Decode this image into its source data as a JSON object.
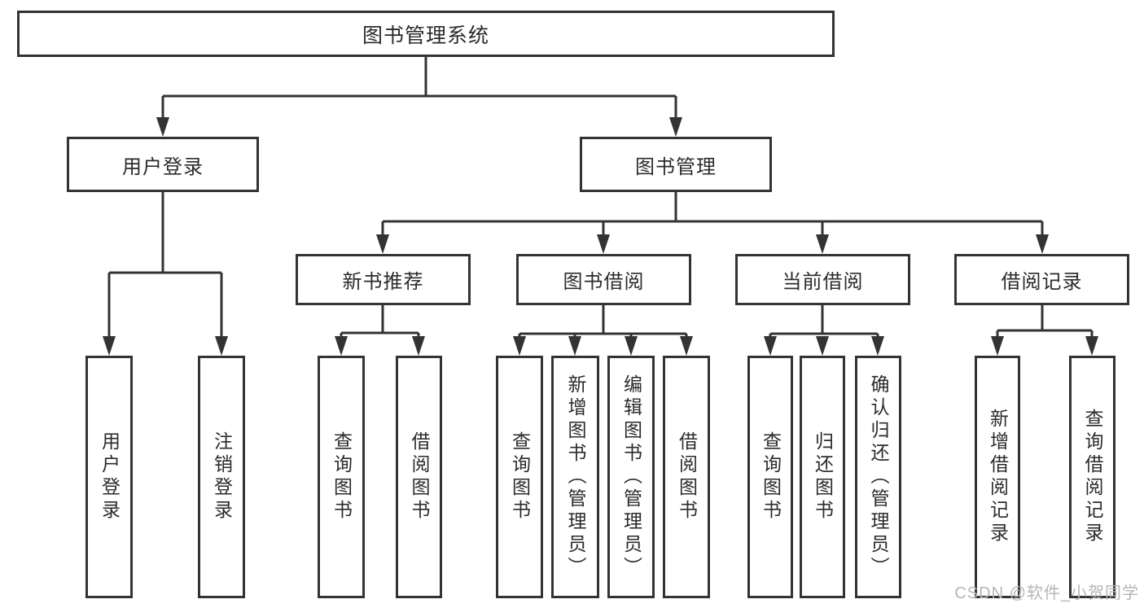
{
  "diagram": {
    "root": "图书管理系统",
    "l2": [
      "用户登录",
      "图书管理"
    ],
    "l3": [
      "新书推荐",
      "图书借阅",
      "当前借阅",
      "借阅记录"
    ],
    "leaves": [
      "用户登录",
      "注销登录",
      "查询图书",
      "借阅图书",
      "查询图书",
      "新增图书（管理员）",
      "编辑图书（管理员）",
      "借阅图书",
      "查询图书",
      "归还图书",
      "确认归还（管理员）",
      "新增借阅记录",
      "查询借阅记录"
    ]
  },
  "watermark": "CSDN @软件_小贺同学",
  "colors": {
    "line": "#333333",
    "text": "#2b2b2b",
    "watermark": "#b5b5b5",
    "background": "#ffffff"
  }
}
